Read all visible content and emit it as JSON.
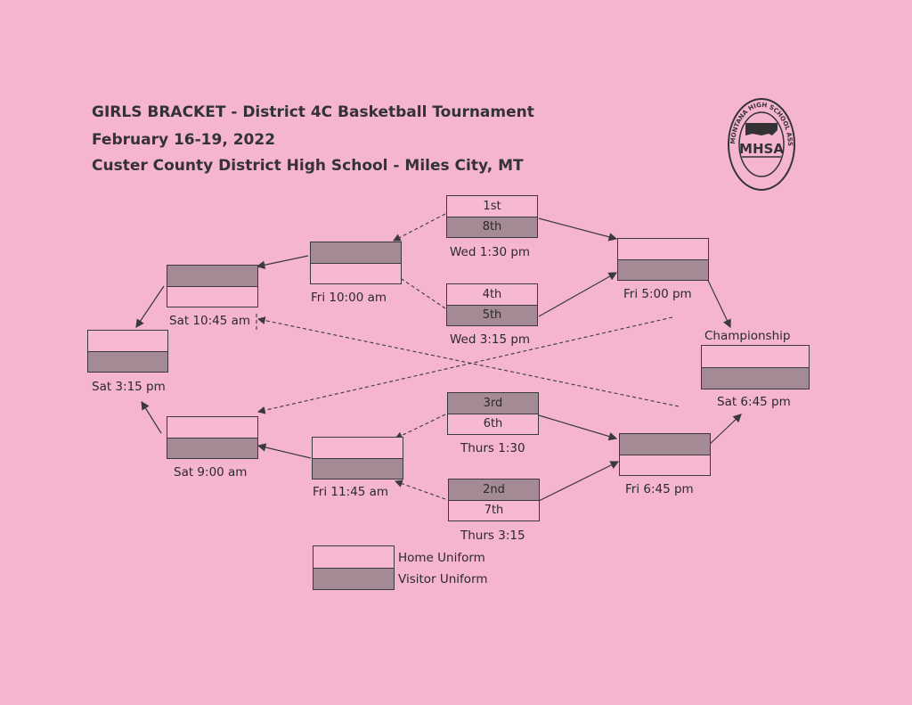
{
  "header": {
    "line1": "GIRLS BRACKET - District 4C Basketball Tournament",
    "line2": "February 16-19, 2022",
    "line3": "Custer County District High School - Miles City, MT"
  },
  "logo": {
    "icon": "mhsa-seal-icon",
    "ring_text": "MONTANA HIGH SCHOOL ASSOCIATION",
    "center_text": "MHSA"
  },
  "games": {
    "wed1": {
      "top": "1st",
      "bottom": "8th",
      "label": "Wed 1:30 pm"
    },
    "wed2": {
      "top": "4th",
      "bottom": "5th",
      "label": "Wed 3:15 pm"
    },
    "thu1": {
      "top": "3rd",
      "bottom": "6th",
      "label": "Thurs 1:30"
    },
    "thu2": {
      "top": "2nd",
      "bottom": "7th",
      "label": "Thurs 3:15"
    },
    "fri10": {
      "top": "",
      "bottom": "",
      "label": "Fri 10:00 am"
    },
    "fri1145": {
      "top": "",
      "bottom": "",
      "label": "Fri 11:45 am"
    },
    "fri5": {
      "top": "",
      "bottom": "",
      "label": "Fri 5:00 pm"
    },
    "fri645": {
      "top": "",
      "bottom": "",
      "label": "Fri 6:45 pm"
    },
    "sat1045": {
      "top": "",
      "bottom": "",
      "label": "Sat 10:45 am"
    },
    "sat9": {
      "top": "",
      "bottom": "",
      "label": "Sat 9:00 am"
    },
    "sat315": {
      "top": "",
      "bottom": "",
      "label": "Sat 3:15 pm"
    },
    "champ": {
      "title": "Championship",
      "top": "",
      "bottom": "",
      "label": "Sat 6:45 pm"
    }
  },
  "legend": {
    "home": "Home Uniform",
    "visitor": "Visitor Uniform"
  },
  "colors": {
    "background": "#f5b5d0",
    "home_slot": "#f7b8d2",
    "visitor_slot": "#a48a95",
    "line": "#3a3a3a"
  }
}
